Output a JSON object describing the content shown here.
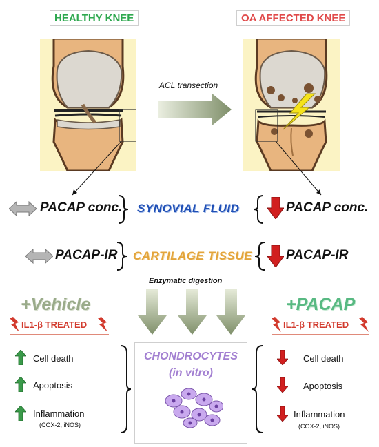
{
  "panels": {
    "healthy_label": "HEALTHY KNEE",
    "oa_label": "OA AFFECTED KNEE"
  },
  "transition": {
    "label": "ACL transection"
  },
  "synovial_row": {
    "left_text": "PACAP conc.",
    "center_text": "SYNOVIAL FLUID",
    "right_text": "PACAP conc."
  },
  "cartilage_row": {
    "left_text": "PACAP-IR",
    "center_text": "CARTILAGE TISSUE",
    "right_text": "PACAP-IR"
  },
  "digestion": {
    "label": "Enzymatic digestion"
  },
  "treatments": {
    "left_title": "+Vehicle",
    "right_title": "+PACAP",
    "il1_label": "IL1-β TREATED"
  },
  "chondrocytes": {
    "title_line1": "CHONDROCYTES",
    "title_line2": "(in vitro)"
  },
  "effects": {
    "cell_death": "Cell death",
    "apoptosis": "Apoptosis",
    "inflammation": "Inflammation",
    "inflammation_markers": "(COX-2, iNOS)"
  },
  "colors": {
    "healthy": "#2fa84f",
    "oa": "#e04a4a",
    "synovial": "#1f4fb5",
    "cartilage": "#e3a43a",
    "up_arrow": "#3a9a4a",
    "down_arrow": "#d11f1f",
    "neutral_arrow": "#b5b5b5",
    "chondrocyte": "#a27fd1"
  }
}
